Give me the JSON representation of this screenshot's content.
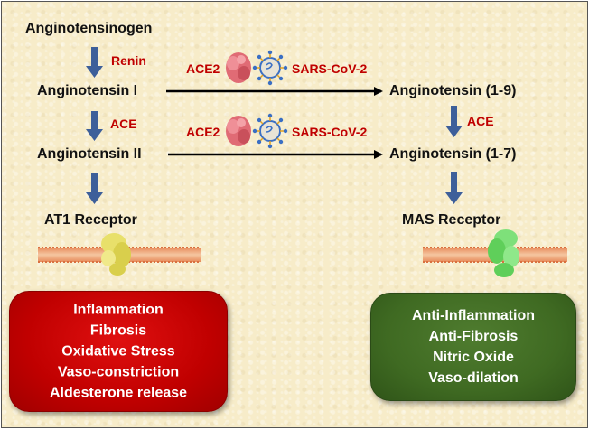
{
  "steps": {
    "angiotensinogen": "Anginotensinogen",
    "ang1": "Anginotensin I",
    "ang2": "Anginotensin II",
    "ang19": "Anginotensin (1-9)",
    "ang17": "Anginotensin (1-7)"
  },
  "enzymes": {
    "renin": "Renin",
    "ace_left": "ACE",
    "ace_right": "ACE",
    "ace2_top": "ACE2",
    "ace2_bottom": "ACE2",
    "virus_top": "SARS-CoV-2",
    "virus_bottom": "SARS-CoV-2"
  },
  "receptors": {
    "at1": "AT1 Receptor",
    "mas": "MAS Receptor"
  },
  "effects_left": [
    "Inflammation",
    "Fibrosis",
    "Oxidative Stress",
    "Vaso-constriction",
    "Aldesterone release"
  ],
  "effects_right": [
    "Anti-Inflammation",
    "Anti-Fibrosis",
    "Nitric Oxide",
    "Vaso-dilation"
  ],
  "colors": {
    "background": "#f7ecc9",
    "enzyme_text": "#c00000",
    "down_arrow": "#3d5f9a",
    "harmful_box": "#c00000",
    "protective_box": "#3f6a22",
    "ace2_protein": "#e06b75",
    "virus": "#3a6fc4",
    "at1_protein": "#e8e06a",
    "mas_protein": "#7ee07a",
    "membrane": "#e89a6a"
  }
}
